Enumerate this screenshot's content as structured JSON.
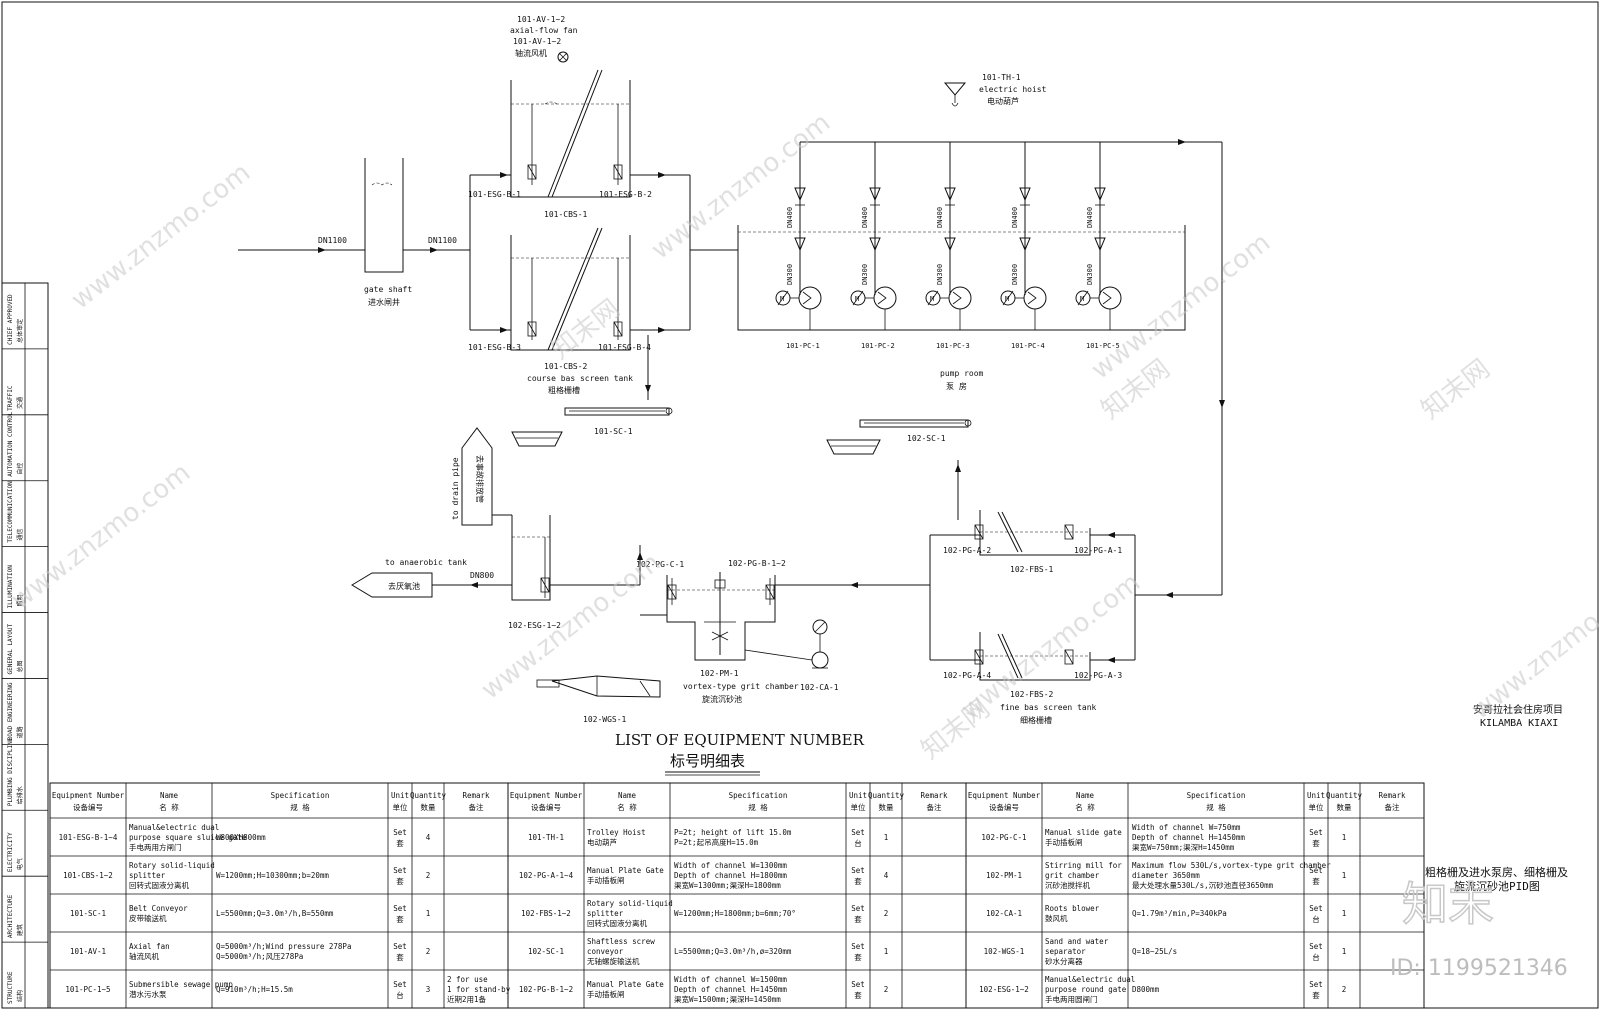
{
  "flow_labels": {
    "dn1100_a": "DN1100",
    "dn1100_b": "DN1100",
    "gate_shaft_en": "gate shaft",
    "gate_shaft_cn": "进水闸井",
    "fan_tag1": "101-AV-1~2",
    "fan_en": "axial-flow fan",
    "fan_tag2": "101-AV-1~2",
    "fan_cn": "轴流风机",
    "esg_b1": "101-ESG-B-1",
    "esg_b2": "101-ESG-B-2",
    "esg_b3": "101-ESG-B-3",
    "esg_b4": "101-ESG-B-4",
    "cbs1": "101-CBS-1",
    "cbs2": "101-CBS-2",
    "cbs_en": "course bas screen tank",
    "cbs_cn": "粗格栅槽",
    "hoist_tag": "101-TH-1",
    "hoist_en": "electric hoist",
    "hoist_cn": "电动葫芦",
    "pump_room_en": "pump room",
    "pump_room_cn": "泵 房",
    "sc1": "101-SC-1",
    "sc2": "102-SC-1",
    "drain_en": "to drain pipe",
    "drain_cn": "去事故排放管",
    "anaerobic_en": "to anaerobic tank",
    "anaerobic_cn": "去厌氧池",
    "dn800": "DN800",
    "esg_c12": "102-ESG-1~2",
    "pg_c1": "102-PG-C-1",
    "pg_b12": "102-PG-B-1~2",
    "pm1": "102-PM-1",
    "grit_en": "vortex-type grit chamber",
    "grit_cn": "旋流沉砂池",
    "ca1": "102-CA-1",
    "wgs1": "102-WGS-1",
    "pg_a2": "102-PG-A-2",
    "pg_a1": "102-PG-A-1",
    "fbs1": "102-FBS-1",
    "pg_a4": "102-PG-A-4",
    "pg_a3": "102-PG-A-3",
    "fbs2": "102-FBS-2",
    "fbs_en": "fine bas screen tank",
    "fbs_cn": "细格栅槽",
    "project_cn": "安哥拉社会住房项目",
    "project_en": "KILAMBA KIAXI",
    "drawing_cn1": "粗格栅及进水泵房、细格栅及",
    "drawing_cn2": "旋流沉砂池PID图",
    "list_en": "LIST OF EQUIPMENT NUMBER",
    "list_cn": "标号明细表"
  },
  "pumps": [
    {
      "tag": "101-PC-1",
      "dn_top": "DN400",
      "dn_mid": "DN300"
    },
    {
      "tag": "101-PC-2",
      "dn_top": "DN400",
      "dn_mid": "DN300"
    },
    {
      "tag": "101-PC-3",
      "dn_top": "DN400",
      "dn_mid": "DN300"
    },
    {
      "tag": "101-PC-4",
      "dn_top": "DN400",
      "dn_mid": "DN300"
    },
    {
      "tag": "101-PC-5",
      "dn_top": "DN400",
      "dn_mid": "DN300"
    }
  ],
  "table": {
    "headers": [
      {
        "en": "Equipment Number",
        "cn": "设备编号"
      },
      {
        "en": "Name",
        "cn": "名 称"
      },
      {
        "en": "Specification",
        "cn": "规 格"
      },
      {
        "en": "Unit",
        "cn": "单位"
      },
      {
        "en": "Quantity",
        "cn": "数量"
      },
      {
        "en": "Remark",
        "cn": "备注"
      }
    ],
    "groups": [
      [
        {
          "num": "101-ESG-B-1~4",
          "name": [
            "Manual&electric dual",
            "purpose square sluice gate",
            "手电两用方闸门"
          ],
          "spec": [
            "W800XH800mm"
          ],
          "unit": [
            "Set",
            "套"
          ],
          "qty": "4",
          "remark": []
        },
        {
          "num": "101-CBS-1~2",
          "name": [
            "Rotary solid-liquid",
            "splitter",
            "回转式固液分离机"
          ],
          "spec": [
            "W=1200mm;H=10300mm;b=20mm"
          ],
          "unit": [
            "Set",
            "套"
          ],
          "qty": "2",
          "remark": []
        },
        {
          "num": "101-SC-1",
          "name": [
            "Belt Conveyor",
            "皮带输送机"
          ],
          "spec": [
            "L=5500mm;Q=3.0m³/h,B=550mm"
          ],
          "unit": [
            "Set",
            "套"
          ],
          "qty": "1",
          "remark": []
        },
        {
          "num": "101-AV-1",
          "name": [
            "Axial fan",
            "轴流风机"
          ],
          "spec": [
            "Q=5000m³/h;Wind pressure 278Pa",
            "Q=5000m³/h;风压278Pa"
          ],
          "unit": [
            "Set",
            "套"
          ],
          "qty": "2",
          "remark": []
        },
        {
          "num": "101-PC-1~5",
          "name": [
            "Submersible sewage pump",
            "潜水污水泵"
          ],
          "spec": [
            "Q=910m³/h;H=15.5m"
          ],
          "unit": [
            "Set",
            "台"
          ],
          "qty": "3",
          "remark": [
            "2 for use",
            "1 for stand-by",
            "近期2用1备"
          ]
        }
      ],
      [
        {
          "num": "101-TH-1",
          "name": [
            "Trolley Hoist",
            "电动葫芦"
          ],
          "spec": [
            "P=2t; height of lift 15.0m",
            "P=2t;起吊高度H=15.0m"
          ],
          "unit": [
            "Set",
            "台"
          ],
          "qty": "1",
          "remark": []
        },
        {
          "num": "102-PG-A-1~4",
          "name": [
            "Manual Plate Gate",
            "手动插板闸"
          ],
          "spec": [
            "Width of channel W=1300mm",
            "Depth of channel H=1800mm",
            "渠宽W=1300mm;渠深H=1800mm"
          ],
          "unit": [
            "Set",
            "套"
          ],
          "qty": "4",
          "remark": []
        },
        {
          "num": "102-FBS-1~2",
          "name": [
            "Rotary solid-liquid",
            "splitter",
            "回转式固液分离机"
          ],
          "spec": [
            "W=1200mm;H=1800mm;b=6mm;70°"
          ],
          "unit": [
            "Set",
            "套"
          ],
          "qty": "2",
          "remark": []
        },
        {
          "num": "102-SC-1",
          "name": [
            "Shaftless screw",
            "conveyor",
            "无轴螺旋输送机"
          ],
          "spec": [
            "L=5500mm;Q=3.0m³/h,ø=320mm"
          ],
          "unit": [
            "Set",
            "套"
          ],
          "qty": "1",
          "remark": []
        },
        {
          "num": "102-PG-B-1~2",
          "name": [
            "Manual Plate Gate",
            "手动插板闸"
          ],
          "spec": [
            "Width of channel W=1500mm",
            "Depth of channel H=1450mm",
            "渠宽W=1500mm;渠深H=1450mm"
          ],
          "unit": [
            "Set",
            "套"
          ],
          "qty": "2",
          "remark": []
        }
      ],
      [
        {
          "num": "102-PG-C-1",
          "name": [
            "Manual slide gate",
            "手动插板闸"
          ],
          "spec": [
            "Width of channel W=750mm",
            "Depth of channel H=1450mm",
            "渠宽W=750mm;渠深H=1450mm"
          ],
          "unit": [
            "Set",
            "套"
          ],
          "qty": "1",
          "remark": []
        },
        {
          "num": "102-PM-1",
          "name": [
            "Stirring mill for",
            "grit chamber",
            "沉砂池搅拌机"
          ],
          "spec": [
            "Maximum flow 530L/s,vortex-type grit chamber",
            "diameter 3650mm",
            "最大处理水量530L/s,沉砂池直径3650mm"
          ],
          "unit": [
            "Set",
            "套"
          ],
          "qty": "1",
          "remark": []
        },
        {
          "num": "102-CA-1",
          "name": [
            "Roots blower",
            "鼓风机"
          ],
          "spec": [
            "Q=1.79m³/min,P=340kPa"
          ],
          "unit": [
            "Set",
            "台"
          ],
          "qty": "1",
          "remark": []
        },
        {
          "num": "102-WGS-1",
          "name": [
            "Sand and water",
            "separator",
            "砂水分离器"
          ],
          "spec": [
            "Q=18~25L/s"
          ],
          "unit": [
            "Set",
            "台"
          ],
          "qty": "1",
          "remark": []
        },
        {
          "num": "102-ESG-1~2",
          "name": [
            "Manual&electric dual",
            "purpose round gate",
            "手电两用圆闸门"
          ],
          "spec": [
            "D800mm"
          ],
          "unit": [
            "Set",
            "套"
          ],
          "qty": "2",
          "remark": []
        }
      ]
    ]
  },
  "sidebar": [
    {
      "en": "CHIEF APPROVED",
      "cn": "总体审定"
    },
    {
      "en": "TRAFFIC",
      "cn": "交通"
    },
    {
      "en": "AUTOMATION CONTROL",
      "cn": "自控"
    },
    {
      "en": "TELECOMMUNICATION",
      "cn": "通信"
    },
    {
      "en": "ILLUMINATION",
      "cn": "照明"
    },
    {
      "en": "GENERAL LAYOUT",
      "cn": "总图"
    },
    {
      "en": "ROAD ENGINEERING",
      "cn": "道路"
    },
    {
      "en": "PLUMBING DISCIPLINE",
      "cn": "给排水"
    },
    {
      "en": "ELECTRICITY",
      "cn": "电气"
    },
    {
      "en": "ARCHITECTURE",
      "cn": "建筑"
    },
    {
      "en": "STRUCTURE",
      "cn": "结构"
    }
  ],
  "watermark": {
    "site": "www.znzmo.com",
    "brand_cn": "知末网",
    "logo": "知末",
    "id_text": "ID: 1199521346"
  }
}
